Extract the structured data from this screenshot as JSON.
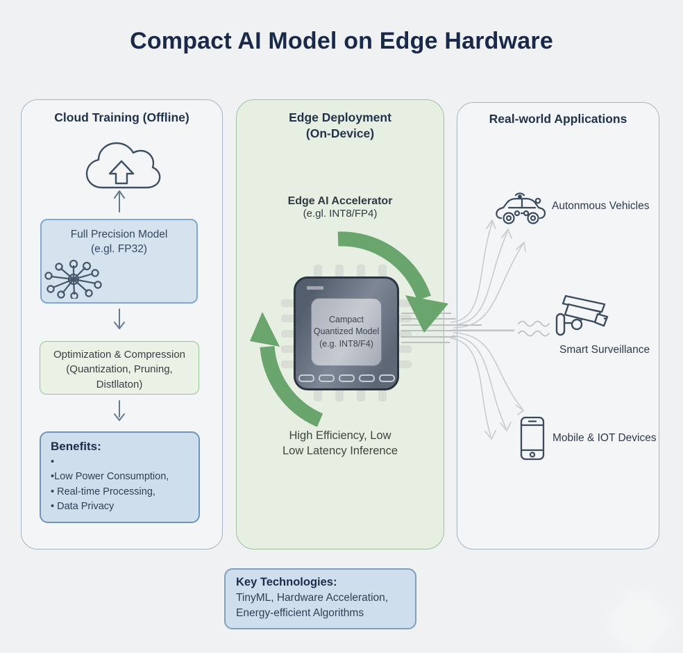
{
  "title": "Compact AI Model on Edge Hardware",
  "colors": {
    "accent_green": "#6aa56d",
    "edge_panel_bg": "#e7efe2",
    "edge_panel_border": "#a2bf9f",
    "side_panel_border": "#a6b4c4",
    "blue_box_bg": "#d5e3ef",
    "blue_box_border": "#7fa8ca",
    "green_box_bg": "#eaf2e6",
    "green_box_border": "#93c493",
    "benefits_box_bg": "#cfdeec",
    "benefits_box_border": "#6e94ba",
    "title_text": "#19294a",
    "chip_body": "#5a6474",
    "connector_gray": "#c8cbcd"
  },
  "cloud_panel": {
    "title": "Cloud Training (Offline)",
    "full_precision_box": {
      "line1": "Full Precision Model",
      "line2": "(e.gl. FP32)"
    },
    "optimization_box": {
      "line1": "Optimization & Compression",
      "line2": "(Quantization, Pruning,",
      "line3": "Distllaton)"
    },
    "benefits_box": {
      "heading": "Benefits:",
      "items": [
        "•",
        "•Low Power Consumption,",
        "• Real-time Processing,",
        "• Data Privacy"
      ]
    }
  },
  "edge_panel": {
    "title_line1": "Edge Deployment",
    "title_line2": "(On-Device)",
    "accelerator_label_line1": "Edge AI Accelerator",
    "accelerator_label_line2": "(e.gl. INT8/FP4)",
    "chip_label": {
      "line1": "Campact",
      "line2": "Quantized Model",
      "line3": "(e.g. INT8/F4)"
    },
    "caption_line1": "High Efficiency, Low",
    "caption_line2": "Low Latency Inference"
  },
  "applications_panel": {
    "title": "Real-world Applications",
    "items": [
      {
        "label": "Autonmous Vehicles",
        "icon": "autonomous-car-icon"
      },
      {
        "label": "Smart Surveillance",
        "icon": "cctv-camera-icon"
      },
      {
        "label": "Mobile & IOT Devices",
        "icon": "smartphone-icon"
      }
    ]
  },
  "key_technologies_box": {
    "heading": "Key Technologies:",
    "line1": "TinyML, Hardware Acceleration,",
    "line2": "Energy-efficient Algorithms"
  }
}
